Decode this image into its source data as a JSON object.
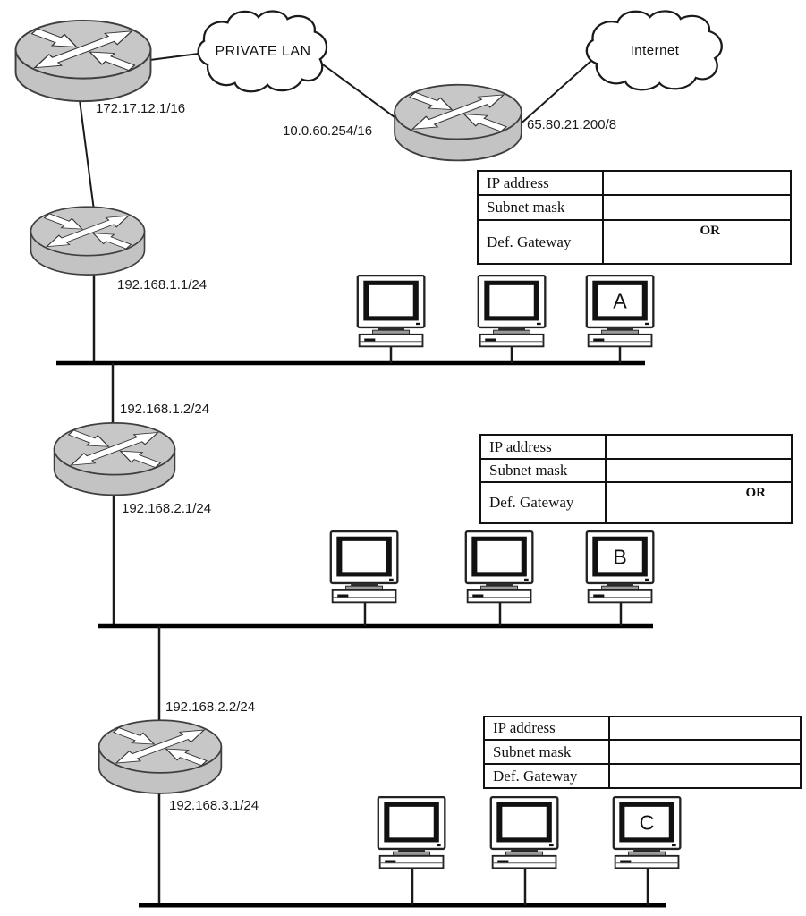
{
  "clouds": {
    "private_lan": "PRIVATE LAN",
    "internet": "Internet"
  },
  "ip_labels": {
    "router1_lan": "172.17.12.1/16",
    "mid_router_left": "10.0.60.254/16",
    "mid_router_right": "65.80.21.200/8",
    "router2_lan1": "192.168.1.1/24",
    "lan1_downlink": "192.168.1.2/24",
    "router3_lan2": "192.168.2.1/24",
    "lan2_downlink": "192.168.2.2/24",
    "router4_lan3": "192.168.3.1/24"
  },
  "hosts": {
    "lan1": "A",
    "lan2": "B",
    "lan3": "C"
  },
  "tables": [
    {
      "rows": [
        "IP address",
        "Subnet mask",
        "Def. Gateway"
      ],
      "or_label": "OR"
    },
    {
      "rows": [
        "IP address",
        "Subnet mask",
        "Def. Gateway"
      ],
      "or_label": "OR"
    },
    {
      "rows": [
        "IP address",
        "Subnet mask",
        "Def. Gateway"
      ]
    }
  ]
}
